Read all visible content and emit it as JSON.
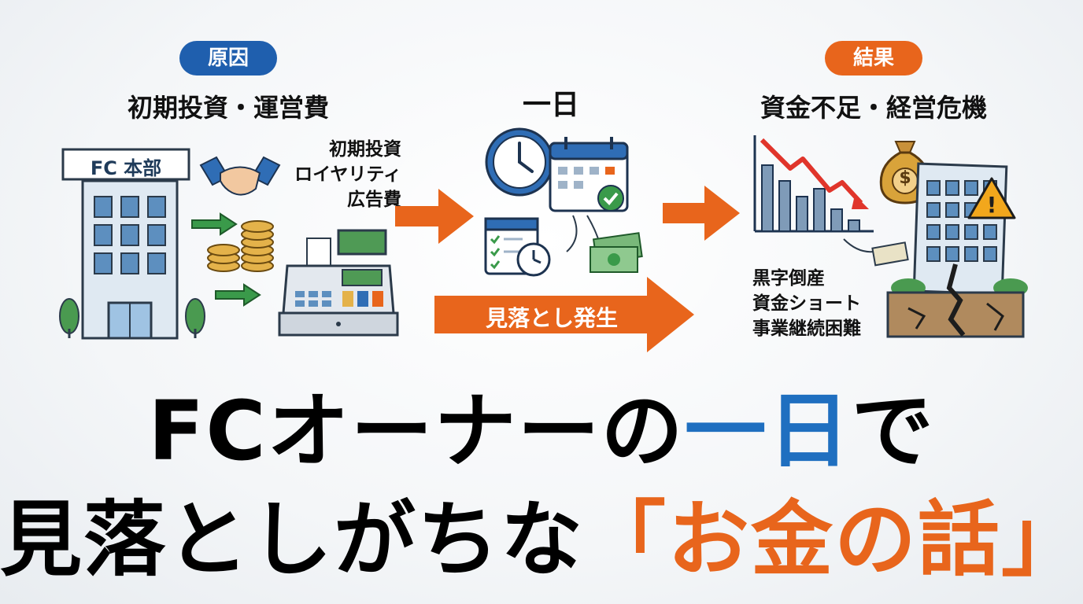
{
  "cause": {
    "badge": "原因",
    "heading": "初期投資・運営費",
    "hq_sign": "FC 本部",
    "items": [
      "初期投資",
      "ロイヤリティ",
      "広告費"
    ]
  },
  "day": {
    "heading": "一日",
    "overlook_banner": "見落とし発生"
  },
  "result": {
    "badge": "結果",
    "heading": "資金不足・経営危機",
    "items": [
      "黒字倒産",
      "資金ショート",
      "事業継続困難"
    ]
  },
  "headline": {
    "line1_a": "FCオーナーの",
    "line1_highlight": "一日",
    "line1_b": "で",
    "line2_a": "見落としがちな",
    "line2_highlight": "「お金の話」"
  },
  "colors": {
    "blue": "#1f5fae",
    "orange": "#e8651c",
    "green": "#3a9a4a",
    "gold": "#d9a33a"
  },
  "icons": [
    "building-icon",
    "handshake-icon",
    "coins-icon",
    "cash-register-icon",
    "clock-icon",
    "calendar-icon",
    "checklist-icon",
    "banknote-icon",
    "declining-chart-icon",
    "money-bag-icon",
    "warning-icon",
    "collapsing-building-icon"
  ]
}
